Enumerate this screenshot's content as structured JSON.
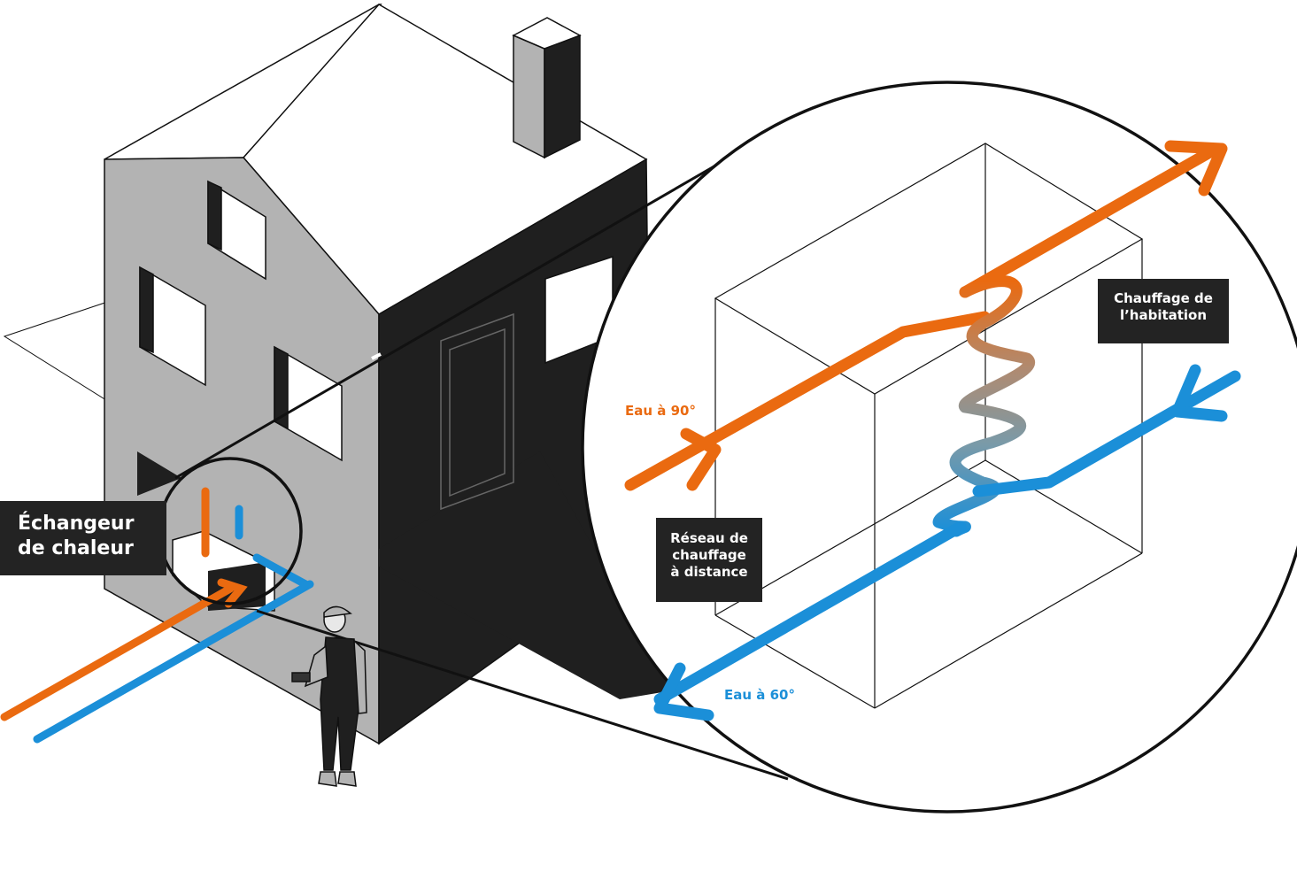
{
  "labels": {
    "exchanger": [
      "Échangeur",
      "de chaleur"
    ],
    "district_network": [
      "Réseau de",
      "chauffage",
      "à distance"
    ],
    "home_heating": [
      "Chauffage de",
      "l’habitation"
    ],
    "hot_water": "Eau à 90°",
    "cold_water": "Eau à 60°"
  },
  "colors": {
    "hot_pipe": "#ea6a10",
    "cold_pipe": "#1b8fd8",
    "wall_light": "#b3b3b3",
    "wall_dark": "#1f1f1f",
    "label_bg": "#232323",
    "outline": "#111111"
  },
  "icons": {
    "person": "technician-icon",
    "house": "house-illustration",
    "magnifier": "zoom-circle"
  }
}
